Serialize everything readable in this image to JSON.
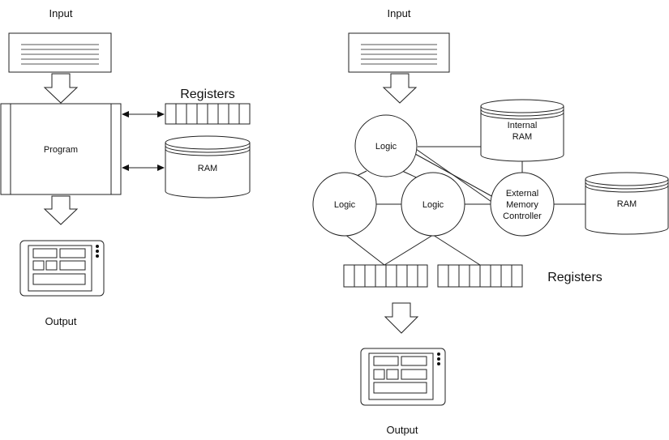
{
  "left": {
    "input_label": "Input",
    "registers_label": "Registers",
    "program_label": "Program",
    "ram_label": "RAM",
    "output_label": "Output"
  },
  "right": {
    "input_label": "Input",
    "logic_top_label": "Logic",
    "logic_left_label": "Logic",
    "logic_right_label": "Logic",
    "internal_ram_line1": "Internal",
    "internal_ram_line2": "RAM",
    "emc_line1": "External",
    "emc_line2": "Memory",
    "emc_line3": "Controller",
    "ram_label": "RAM",
    "registers_label": "Registers",
    "output_label": "Output"
  }
}
